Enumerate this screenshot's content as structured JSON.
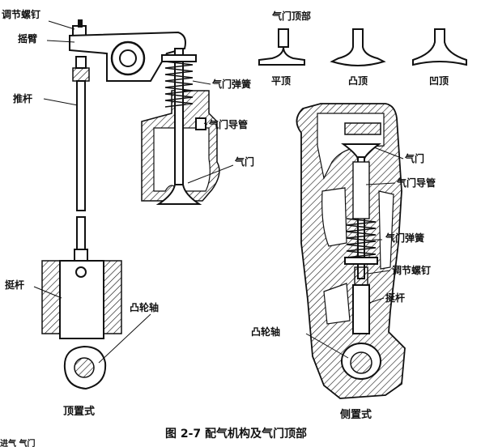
{
  "figure": {
    "caption": "图 2-7   配气机构及气门顶部",
    "bottom_fragment": "进气  气门"
  },
  "valve_heads": {
    "title": "气门顶部",
    "flat": "平顶",
    "convex": "凸顶",
    "concave": "凹顶"
  },
  "overhead": {
    "caption": "顶置式",
    "adjust_screw": "调节螺钉",
    "rocker_arm": "摇臂",
    "push_rod": "推杆",
    "valve_spring": "气门弹簧",
    "valve_guide": "气门导管",
    "valve": "气门",
    "tappet": "挺杆",
    "camshaft": "凸轮轴"
  },
  "side": {
    "caption": "侧置式",
    "valve": "气门",
    "valve_guide": "气门导管",
    "valve_spring": "气门弹簧",
    "adjust_screw": "调节螺钉",
    "tappet": "挺杆",
    "camshaft": "凸轮轴"
  }
}
